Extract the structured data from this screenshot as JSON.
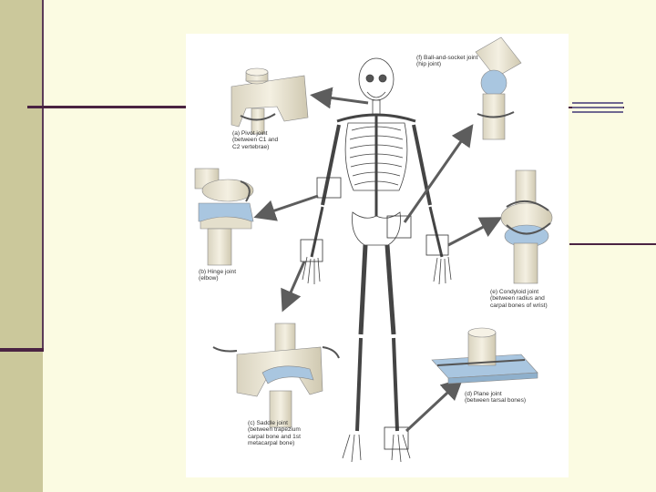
{
  "figure": {
    "labels": {
      "pivot": "(a) Pivot joint\n(between C1 and\nC2 vertebrae)",
      "hinge": "(b) Hinge joint\n(elbow)",
      "saddle": "(c) Saddle joint\n(between trapezium\ncarpal bone and 1st\nmetacarpal bone)",
      "plane": "(d) Plane joint\n(between tarsal bones)",
      "condyloid": "(e) Condyloid joint\n(between radius and\ncarpal bones of wrist)",
      "ball": "(f) Ball-and-socket joint\n(hip joint)"
    }
  },
  "colors": {
    "background": "#fbfbe2",
    "sidebar": "#cbc89b",
    "rule": "#4a2342",
    "bone": "#f0ecde",
    "cartilage": "#a9c6e0",
    "arrow": "#5d5d5d"
  }
}
